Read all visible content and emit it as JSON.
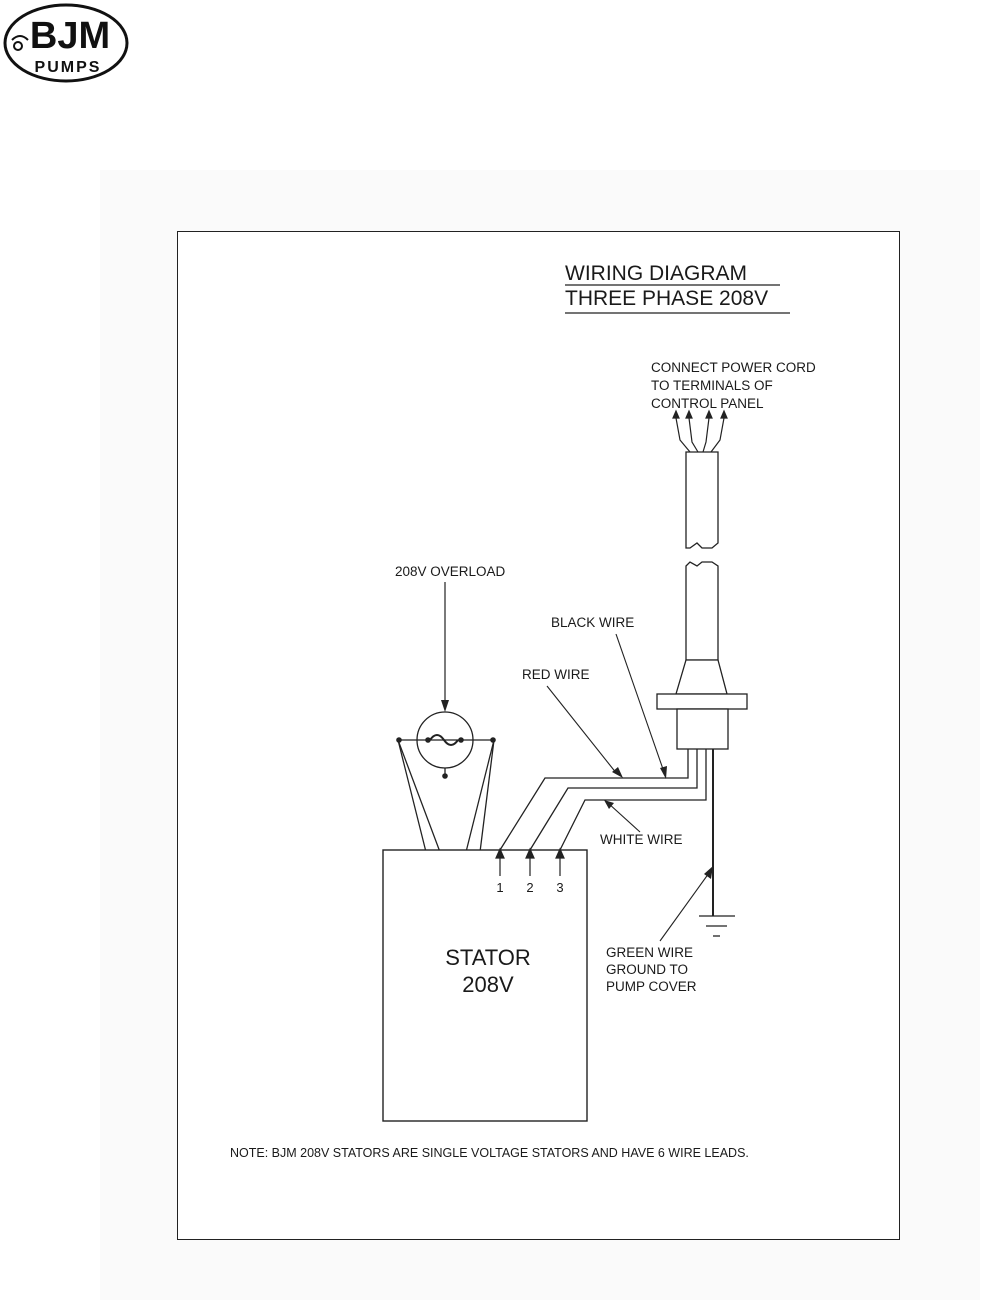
{
  "logo": {
    "top_text": "BJM",
    "bottom_text": "PUMPS"
  },
  "title": {
    "line1": "WIRING DIAGRAM",
    "line2": "THREE PHASE 208V"
  },
  "cord_note": {
    "line1": "CONNECT POWER CORD",
    "line2": "TO TERMINALS OF",
    "line3": "CONTROL PANEL"
  },
  "labels": {
    "overload": "208V OVERLOAD",
    "black_wire": "BLACK WIRE",
    "red_wire": "RED WIRE",
    "white_wire": "WHITE WIRE",
    "green_wire_1": "GREEN WIRE",
    "green_wire_2": "GROUND TO",
    "green_wire_3": "PUMP COVER"
  },
  "stator": {
    "line1": "STATOR",
    "line2": "208V"
  },
  "terminals": [
    "1",
    "2",
    "3"
  ],
  "note": "NOTE: BJM 208V STATORS ARE SINGLE VOLTAGE STATORS AND HAVE 6 WIRE LEADS."
}
